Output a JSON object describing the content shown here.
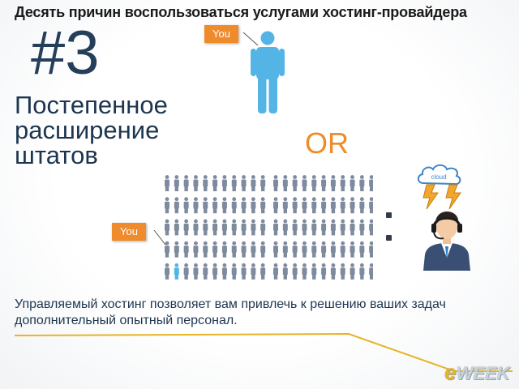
{
  "slide": {
    "title": "Десять причин воспользоваться услугами хостинг-провайдера",
    "number": "#3",
    "subtitle_lines": [
      "Постепенное",
      "расширение",
      "штатов"
    ],
    "you_label": "You",
    "or_text": "OR",
    "cloud_text": "cloud",
    "body_lines": [
      "Управляемый хостинг позволяет вам привлечь к решению ваших задач",
      "дополнительный опытный персонал."
    ],
    "logo": "eWEEK",
    "crowd": {
      "rows": 5,
      "columns": 22,
      "highlighted_row": 4,
      "highlighted_column": 1
    }
  },
  "colors": {
    "accent_orange": "#ef8b2a",
    "person_blue": "#55b4e6",
    "crowd_gray": "#7e8a9e",
    "heading_navy": "#1d3550",
    "logo_gold": "#e6b428"
  },
  "icons": {
    "single_person": "person-icon",
    "support_agent": "support-agent-headset-icon",
    "lightning": "lightning-bolt-icon",
    "cloud": "cloud-icon"
  }
}
